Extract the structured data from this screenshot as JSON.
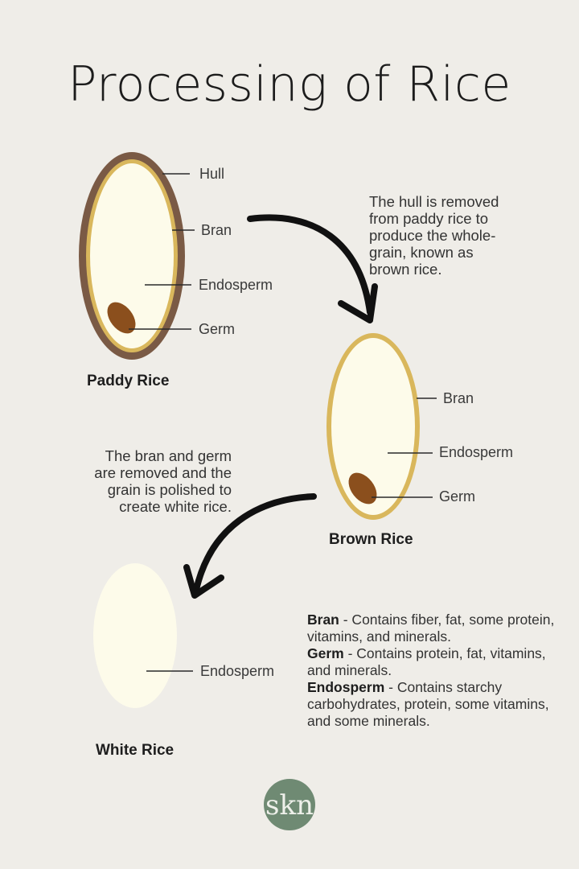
{
  "title": "Processing of Rice",
  "grains": {
    "paddy": {
      "name": "Paddy Rice",
      "labels": {
        "hull": "Hull",
        "bran": "Bran",
        "endosperm": "Endosperm",
        "germ": "Germ"
      }
    },
    "brown": {
      "name": "Brown Rice",
      "labels": {
        "bran": "Bran",
        "endosperm": "Endosperm",
        "germ": "Germ"
      }
    },
    "white": {
      "name": "White Rice",
      "labels": {
        "endosperm": "Endosperm"
      }
    }
  },
  "notes": {
    "hull_removed": [
      "The hull is removed",
      "from paddy rice to",
      "produce the whole-",
      "grain, known as",
      "brown rice."
    ],
    "bran_removed": [
      "The bran and germ",
      "are removed and the",
      "grain is polished to",
      "create white rice."
    ]
  },
  "definitions": [
    {
      "term": "Bran",
      "text": " - Contains fiber, fat, some protein, vitamins, and minerals."
    },
    {
      "term": "Germ",
      "text": " - Contains protein, fat, vitamins, and minerals."
    },
    {
      "term": "Endosperm",
      "text": " - Contains starchy carbohydrates, protein, some vitamins, and some minerals."
    }
  ],
  "logo": {
    "text": "skn"
  },
  "colors": {
    "background": "#efede8",
    "hull": "#7a5a45",
    "bran": "#d9b75c",
    "endosperm": "#fdfbea",
    "germ": "#8b4f1d",
    "logo": "#6f8a73"
  }
}
